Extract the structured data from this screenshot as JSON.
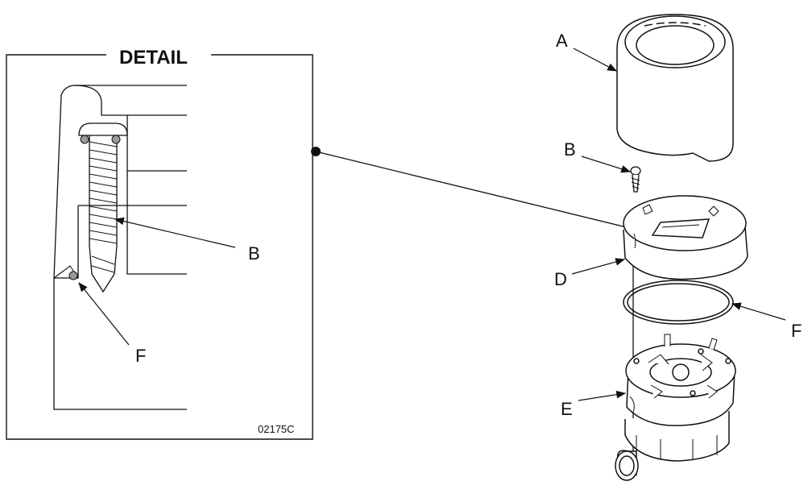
{
  "detail": {
    "title": "DETAIL",
    "figure_code": "02175C",
    "labels": {
      "b": "B",
      "f": "F"
    }
  },
  "exploded": {
    "labels": {
      "a": "A",
      "b": "B",
      "d": "D",
      "f": "F",
      "e": "E"
    }
  }
}
